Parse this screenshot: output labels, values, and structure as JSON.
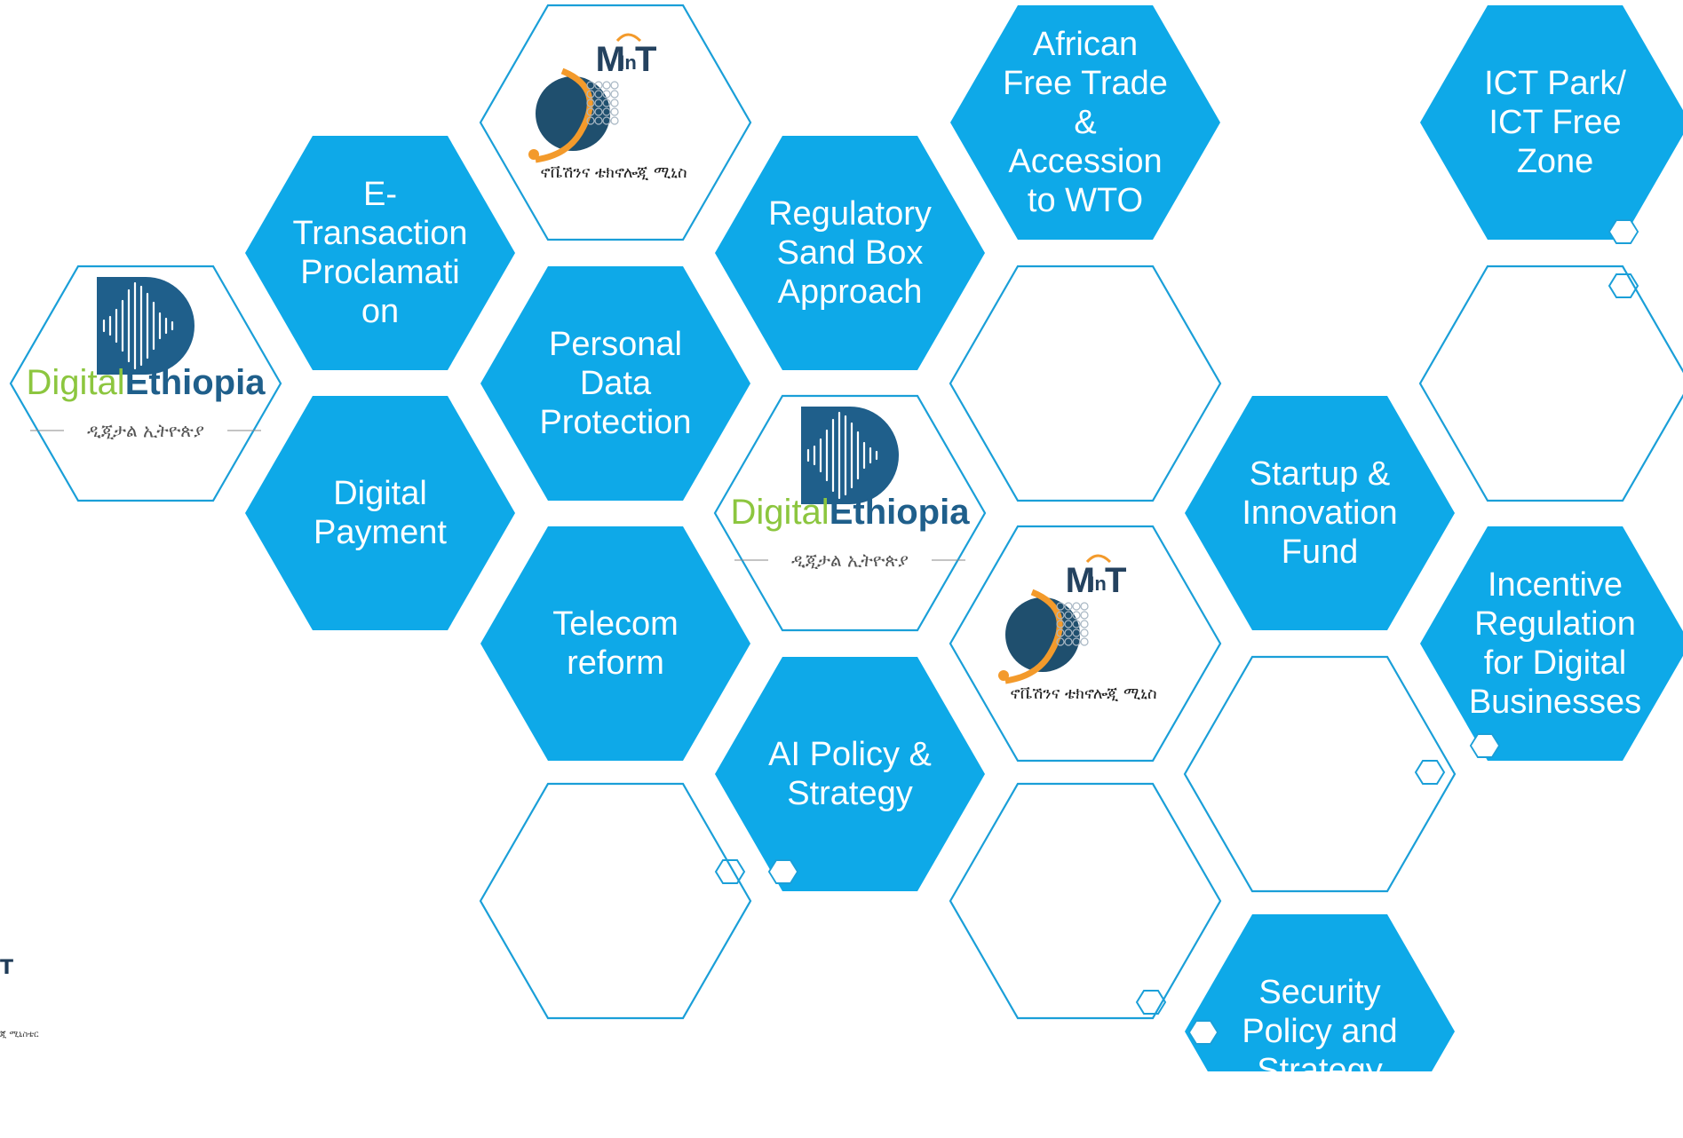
{
  "colors": {
    "accent": "#0ea9e8",
    "outline": "#1a9fd8",
    "logo_navy": "#1f5f8b",
    "logo_green": "#8cc63f",
    "logo_orange": "#f39a2b"
  },
  "hexagons": [
    {
      "id": "e-transaction",
      "style": "filled",
      "label": "E-\nTransaction\nProclamati\non"
    },
    {
      "id": "digital-payment",
      "style": "filled",
      "label": "Digital\nPayment"
    },
    {
      "id": "personal-data",
      "style": "filled",
      "label": "Personal\nData\nProtection"
    },
    {
      "id": "telecom-reform",
      "style": "filled",
      "label": "Telecom\nreform"
    },
    {
      "id": "regulatory-sandbox",
      "style": "filled",
      "label": "Regulatory\nSand Box\nApproach"
    },
    {
      "id": "ai-policy",
      "style": "filled",
      "label": "AI Policy &\nStrategy"
    },
    {
      "id": "african-free-trade",
      "style": "filled",
      "label": "African\nFree Trade\n&\nAccession\nto  WTO"
    },
    {
      "id": "startup-fund",
      "style": "filled",
      "label": "Startup &\nInnovation\nFund"
    },
    {
      "id": "security-policy",
      "style": "filled",
      "label": "Security\nPolicy and\nStrategy"
    },
    {
      "id": "ict-park",
      "style": "filled",
      "label": "ICT Park/\nICT Free\nZone"
    },
    {
      "id": "incentive-regulation",
      "style": "filled",
      "label": "Incentive\nRegulation\nfor Digital\nBusinesses"
    },
    {
      "id": "logo-digital-ethiopia-left",
      "style": "logo-de"
    },
    {
      "id": "logo-mint-top",
      "style": "logo-mint"
    },
    {
      "id": "logo-digital-ethiopia-center",
      "style": "logo-de"
    },
    {
      "id": "logo-mint-center",
      "style": "logo-mint"
    },
    {
      "id": "empty-1",
      "style": "outline"
    },
    {
      "id": "empty-2",
      "style": "outline"
    },
    {
      "id": "empty-3",
      "style": "outline"
    },
    {
      "id": "empty-4",
      "style": "outline"
    },
    {
      "id": "empty-5",
      "style": "outline"
    }
  ],
  "logos": {
    "digital_ethiopia": {
      "word1": "Digital",
      "word2": "Ethiopia",
      "amharic": "ዲጂታል ኢትዮጵያ"
    },
    "mint": {
      "brand": "M  T",
      "brand_inner": "In",
      "amharic": "ኖቬሽንና ቴክኖሎጂ ሚኒስ"
    }
  },
  "fragments": {
    "corner_letter": "T",
    "corner_amharic": "ጂ ሚኒስቴር"
  }
}
